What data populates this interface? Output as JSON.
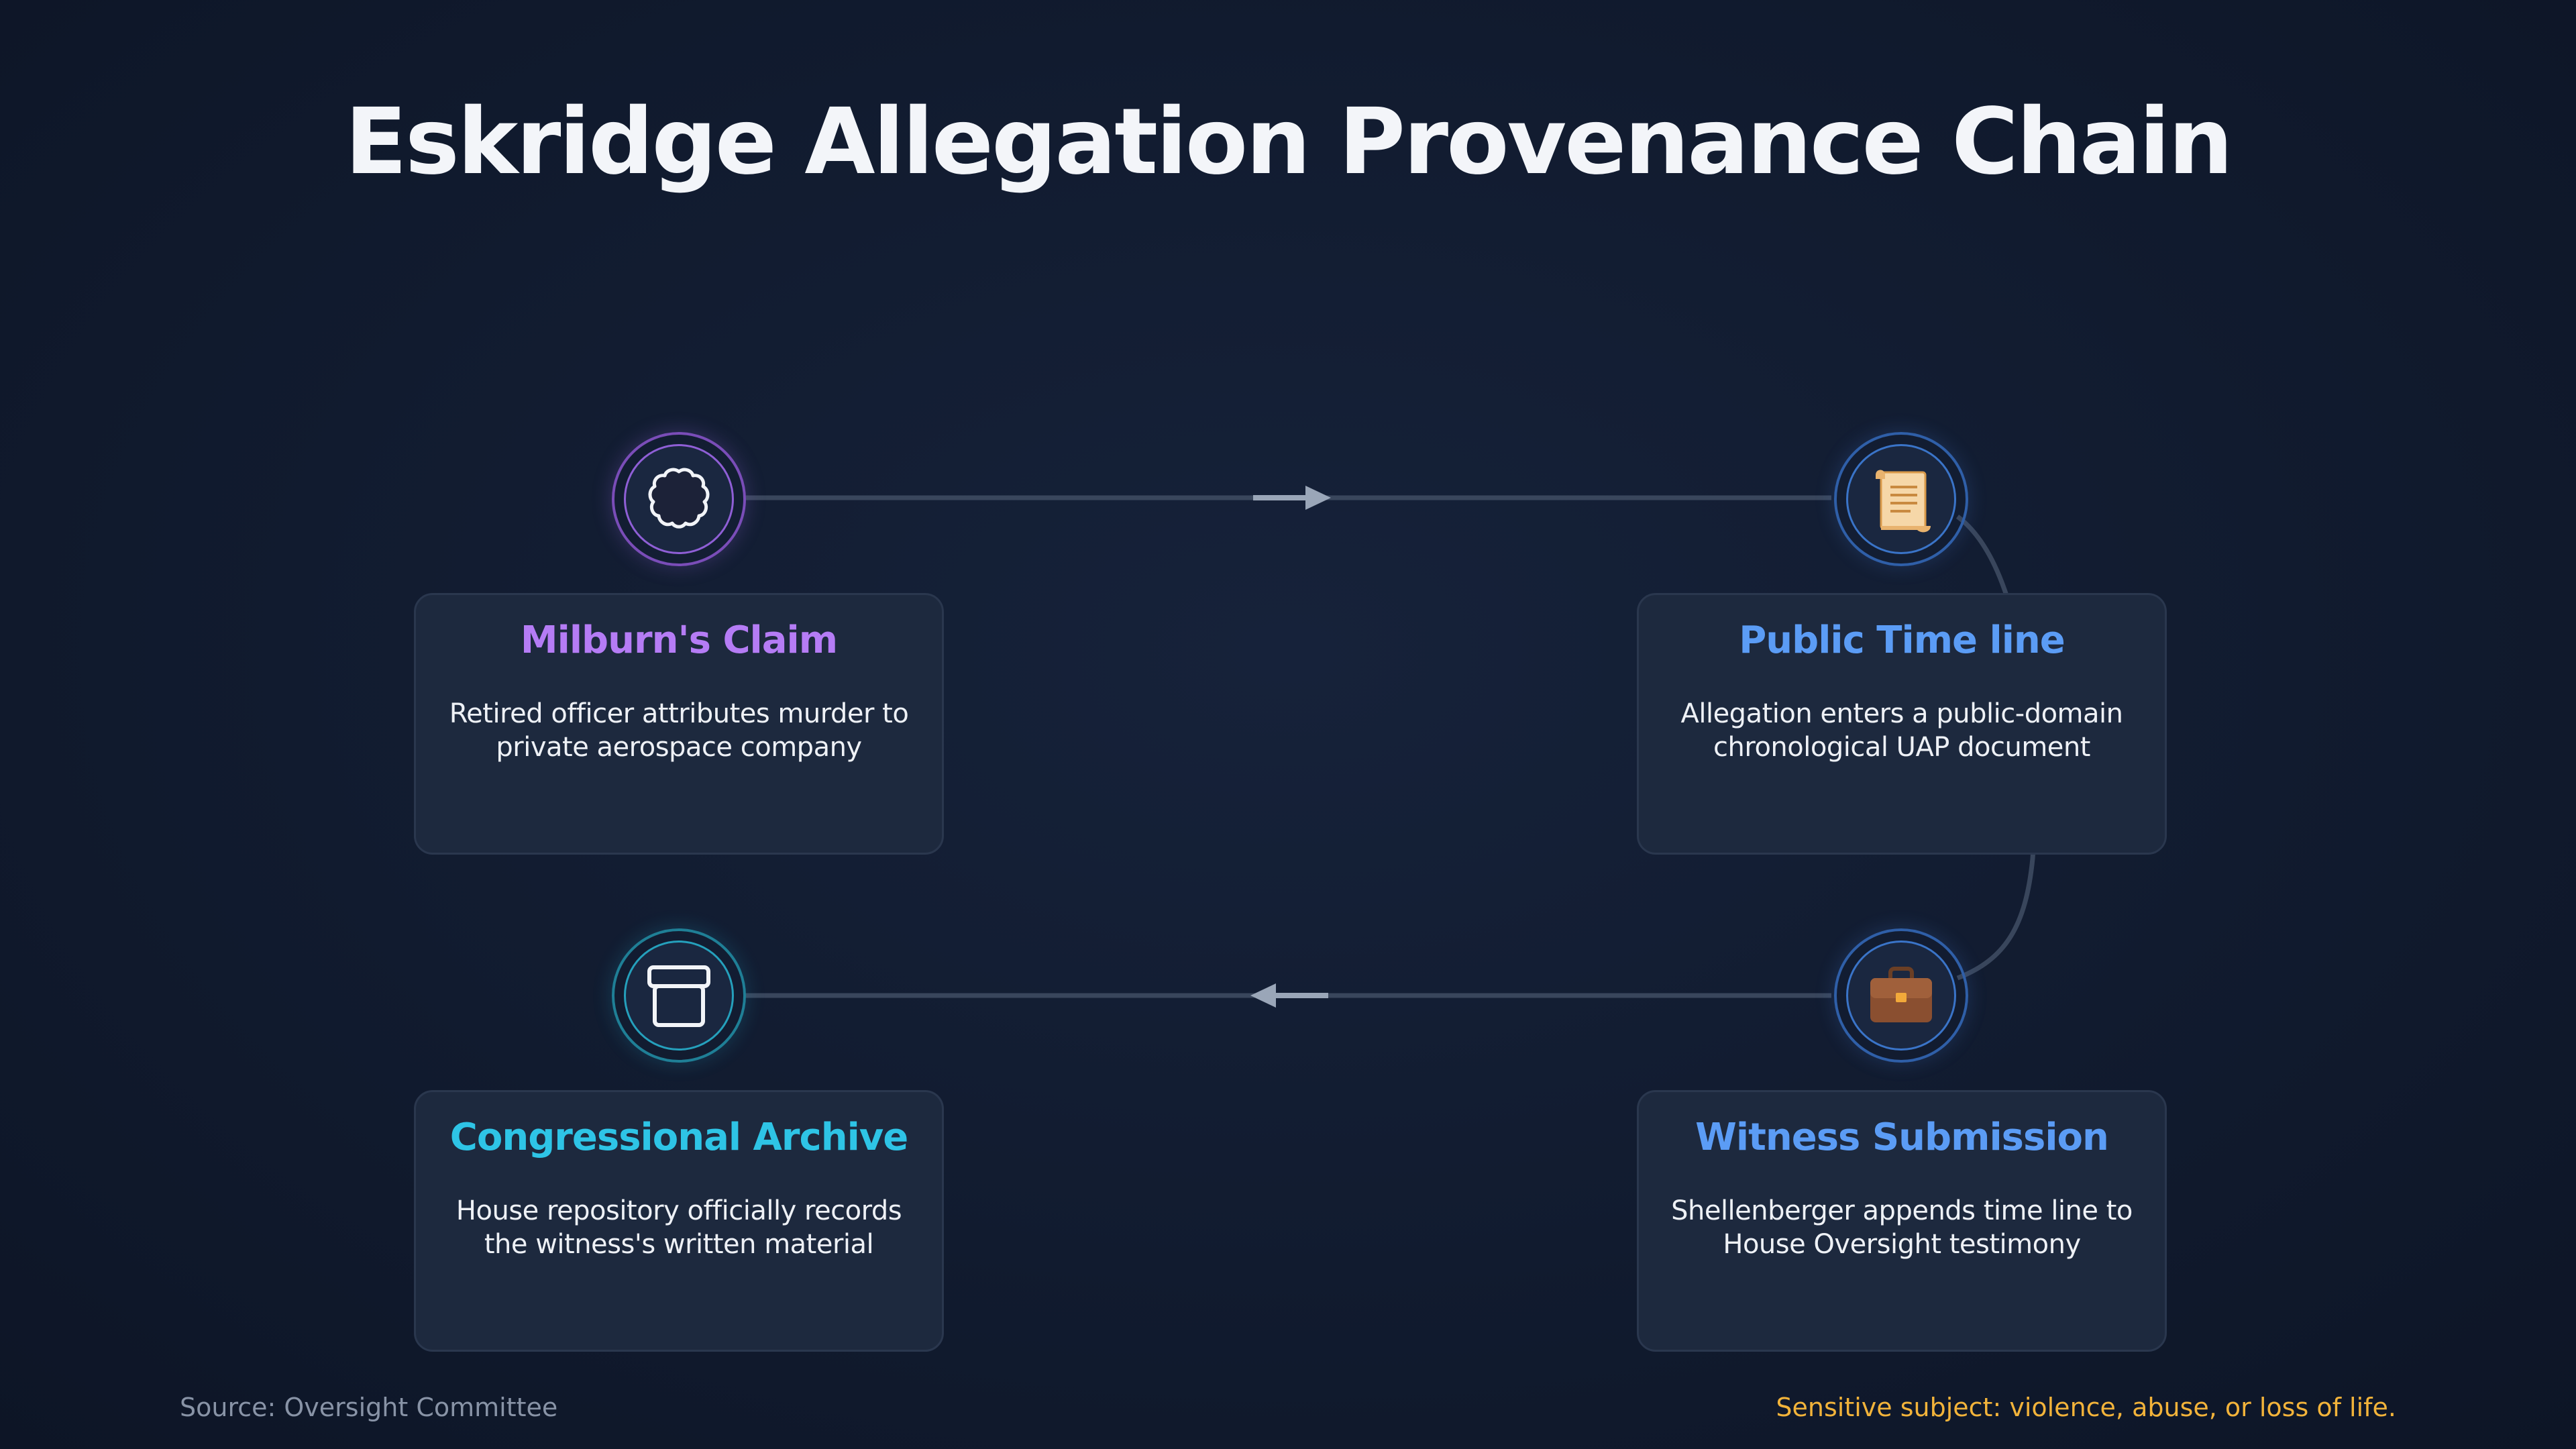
{
  "title": "Eskridge Allegation Provenance Chain",
  "nodes": [
    {
      "title": "Milburn's Claim",
      "description": "Retired officer attributes murder to private aerospace company",
      "icon": "brain-icon",
      "color": "#b57cf5"
    },
    {
      "title": "Public Time line",
      "description": "Allegation enters a public-domain chronological UAP document",
      "icon": "scroll-icon",
      "color": "#5b9cf5"
    },
    {
      "title": "Witness Submission",
      "description": "Shellenberger appends time line to House Oversight testimony",
      "icon": "briefcase-icon",
      "color": "#5b9cf5"
    },
    {
      "title": "Congressional Archive",
      "description": "House repository officially records the witness's written material",
      "icon": "archive-box-icon",
      "color": "#2ec4e6"
    }
  ],
  "footer": {
    "source": "Source: Oversight Committee",
    "warning": "Sensitive subject: violence, abuse, or loss of life."
  }
}
